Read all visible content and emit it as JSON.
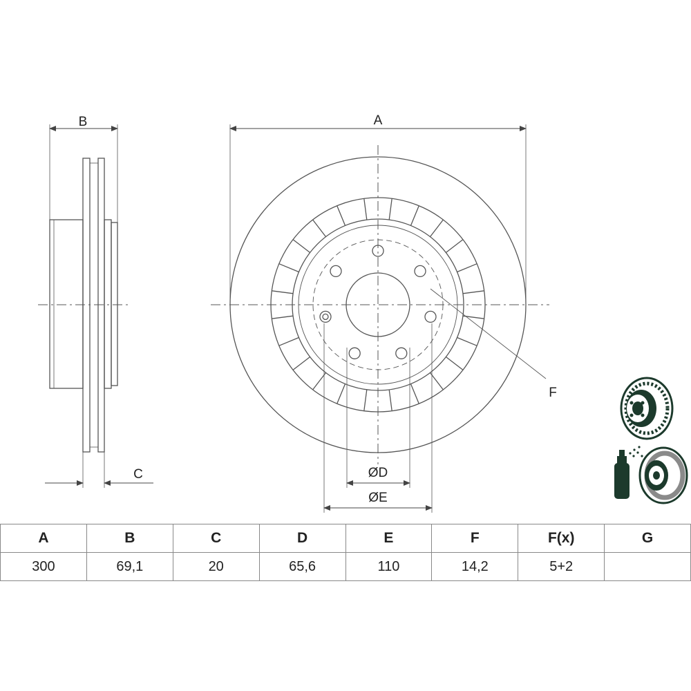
{
  "labels": {
    "A": "A",
    "B": "B",
    "C": "C",
    "D": "ØD",
    "E": "ØE",
    "F": "F"
  },
  "table": {
    "headers": [
      "A",
      "B",
      "C",
      "D",
      "E",
      "F",
      "F(x)",
      "G"
    ],
    "values": [
      "300",
      "69,1",
      "20",
      "65,6",
      "110",
      "14,2",
      "5+2",
      ""
    ]
  },
  "icons": [
    "brake-disc-3d-icon",
    "coating-spray-disc-icon"
  ],
  "colors": {
    "line": "#555555",
    "icon_dark": "#1c3a2c"
  }
}
